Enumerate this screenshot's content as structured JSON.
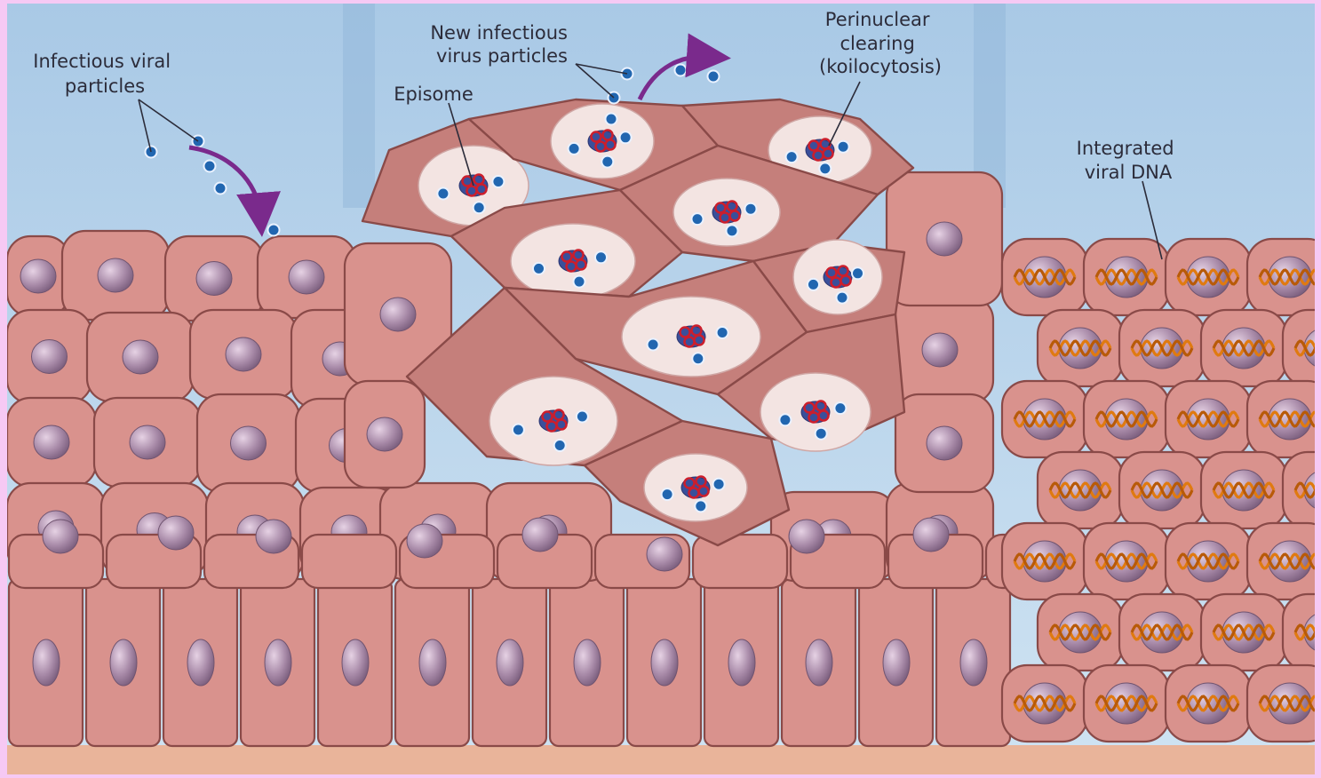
{
  "labels": {
    "infectious_viral_particles": [
      "Infectious viral",
      "particles"
    ],
    "new_infectious_virus_particles": [
      "New infectious",
      "virus particles"
    ],
    "episome": "Episome",
    "perinuclear_clearing": [
      "Perinuclear",
      "clearing",
      "(koilocytosis)"
    ],
    "integrated_viral_dna": [
      "Integrated",
      "viral DNA"
    ]
  },
  "colors": {
    "frame": "#f6c9f4",
    "sky": "#b4d2ea",
    "cell_fill": "#d9928d",
    "cell_stroke": "#8a4a48",
    "infected_cell_fill": "#c57f7b",
    "nucleus": "#a88aa8",
    "clearing": "#f3e4e2",
    "virus_particle": "#2166b0",
    "episome_ring": "#cc1e2c",
    "arrow": "#7a2a8c",
    "dna": "#e07a10"
  },
  "icons": [
    "virus-particle-icon",
    "dna-helix-icon",
    "curved-arrow-icon"
  ]
}
